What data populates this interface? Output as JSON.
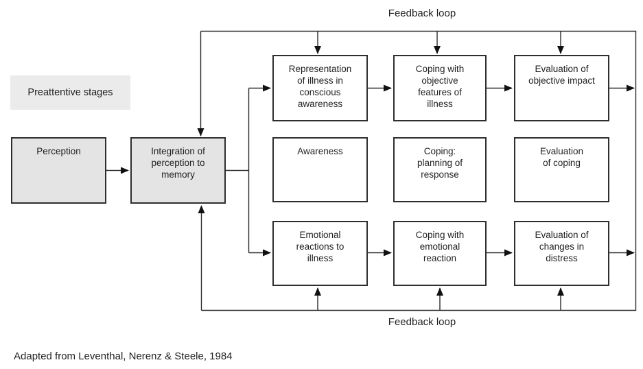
{
  "diagram": {
    "feedback_loop_top": "Feedback loop",
    "feedback_loop_bottom": "Feedback loop",
    "preattentive_label": "Preattentive stages",
    "caption": "Adapted from Leventhal, Nerenz & Steele, 1984",
    "colors": {
      "shaded_box_fill": "#e4e4e4",
      "line_color": "#2a2a2a",
      "background": "#ffffff"
    }
  },
  "boxes": {
    "perception": "Perception",
    "integration": "Integration of\nperception to\nmemory",
    "representation": "Representation\nof illness in\nconscious\nawareness",
    "coping_objective": "Coping with\nobjective\nfeatures of\nillness",
    "evaluation_objective": "Evaluation of\nobjective impact",
    "awareness": "Awareness",
    "coping_planning": "Coping:\nplanning of\nresponse",
    "evaluation_coping": "Evaluation\nof coping",
    "emotional_reactions": "Emotional\nreactions to\nillness",
    "coping_emotional": "Coping with\nemotional\nreaction",
    "evaluation_distress": "Evaluation of\nchanges in\ndistress"
  }
}
